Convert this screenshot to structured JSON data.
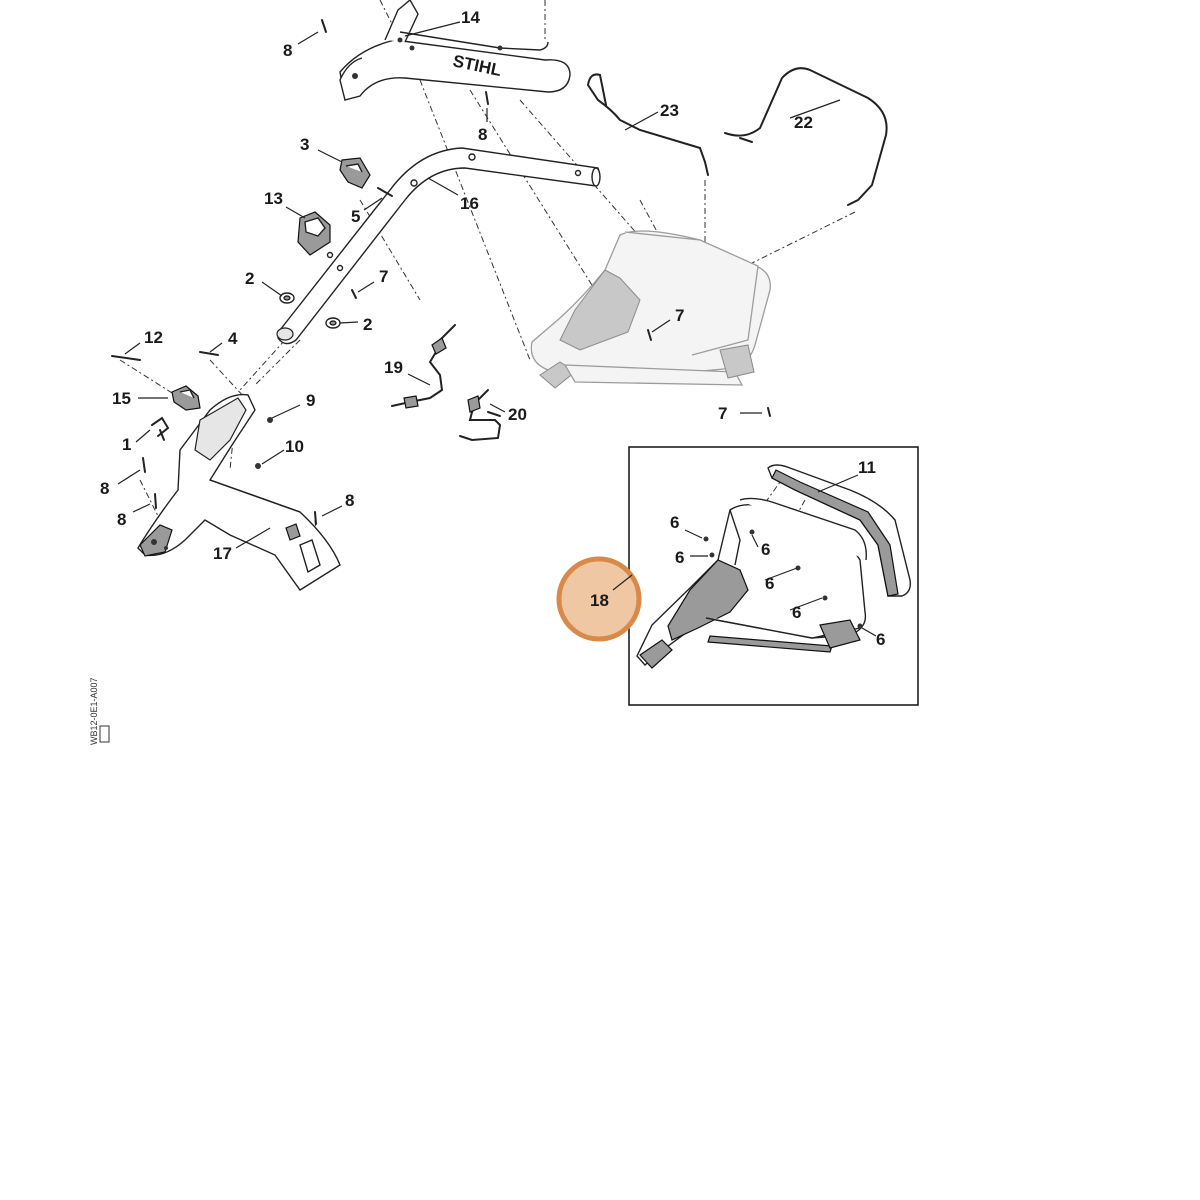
{
  "diagram": {
    "labels": {
      "l14": "14",
      "l8a": "8",
      "l8b": "8",
      "l23": "23",
      "l22": "22",
      "l3": "3",
      "l5": "5",
      "l16": "16",
      "l13": "13",
      "l2a": "2",
      "l7a": "7",
      "l2b": "2",
      "l7b": "7",
      "l12": "12",
      "l4": "4",
      "l19": "19",
      "l15": "15",
      "l9": "9",
      "l20": "20",
      "l7c": "7",
      "l1": "1",
      "l10": "10",
      "l8c": "8",
      "l8d": "8",
      "l8e": "8",
      "l17": "17",
      "l11": "11",
      "l6a": "6",
      "l6b": "6",
      "l6c": "6",
      "l6d": "6",
      "l6e": "6",
      "l6f": "6",
      "l18": "18"
    },
    "brand_text": "STIHL",
    "drawing_ref": "WB12-0E1-A007",
    "highlight": {
      "part": "18",
      "fill": "#efc7a2",
      "ring": "#d98a48"
    }
  }
}
